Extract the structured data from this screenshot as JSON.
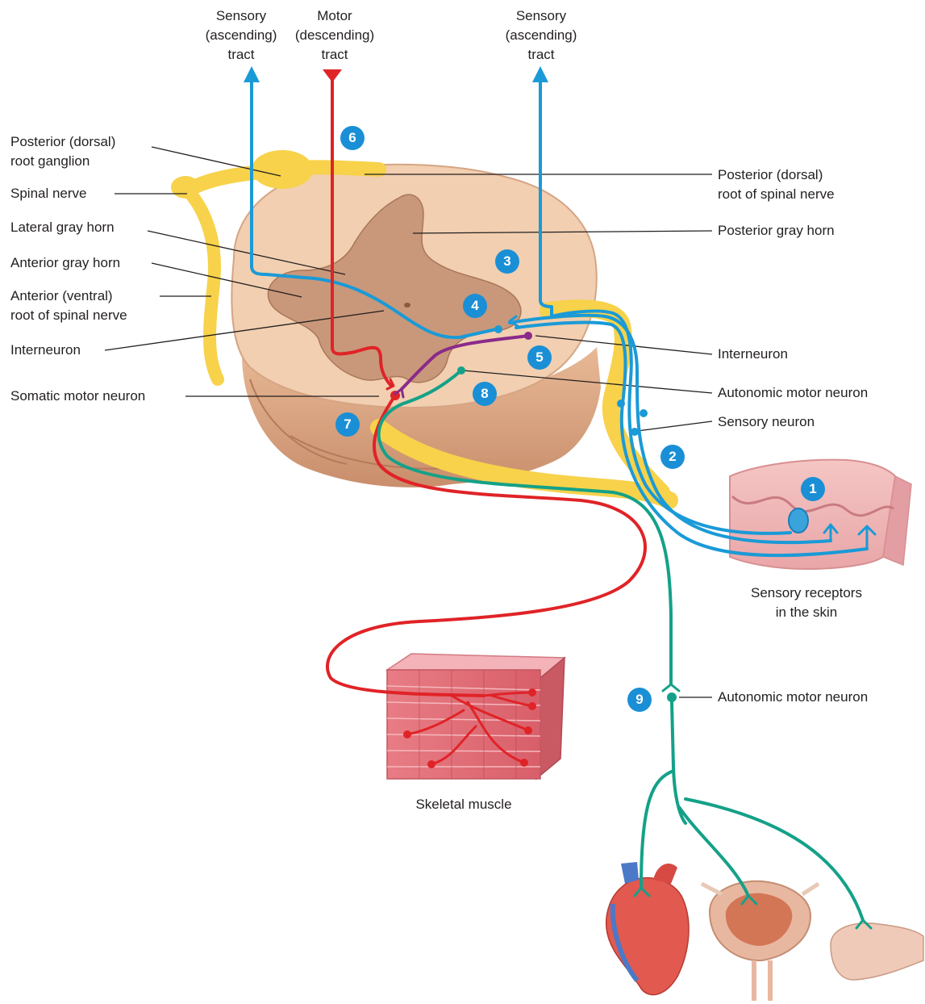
{
  "colors": {
    "sensory": "#1a9ad7",
    "motor": "#e02327",
    "autonomic": "#14a188",
    "interneuron": "#8a2a8a",
    "nerve": "#f7d24a",
    "cord_white": "#f1cfb0",
    "cord_gray": "#c9987a",
    "badge": "#1a8fd6"
  },
  "tracts": {
    "sensory_left": [
      "Sensory",
      "(ascending)",
      "tract"
    ],
    "motor": [
      "Motor",
      "(descending)",
      "tract"
    ],
    "sensory_right": [
      "Sensory",
      "(ascending)",
      "tract"
    ]
  },
  "labels_left": {
    "posterior_root_ganglion": [
      "Posterior (dorsal)",
      "root ganglion"
    ],
    "spinal_nerve": "Spinal nerve",
    "lateral_gray_horn": "Lateral gray horn",
    "anterior_gray_horn": "Anterior gray horn",
    "anterior_root": [
      "Anterior (ventral)",
      "root of spinal nerve"
    ],
    "interneuron": "Interneuron",
    "somatic_motor_neuron": "Somatic motor neuron"
  },
  "labels_right": {
    "posterior_root": [
      "Posterior (dorsal)",
      "root of spinal nerve"
    ],
    "posterior_gray_horn": "Posterior gray horn",
    "interneuron": "Interneuron",
    "autonomic_motor_neuron": "Autonomic motor neuron",
    "sensory_neuron": "Sensory neuron",
    "autonomic_motor_neuron_lower": "Autonomic motor neuron"
  },
  "captions": {
    "skin": [
      "Sensory receptors",
      "in the skin"
    ],
    "muscle": "Skeletal muscle"
  },
  "steps": [
    "1",
    "2",
    "3",
    "4",
    "5",
    "6",
    "7",
    "8",
    "9"
  ],
  "icons": {
    "heart": "heart-organ-icon",
    "bladder": "urinary-bladder-organ-icon",
    "pancreas": "pancreas-organ-icon",
    "skin": "skin-block-icon",
    "muscle": "skeletal-muscle-block-icon"
  }
}
